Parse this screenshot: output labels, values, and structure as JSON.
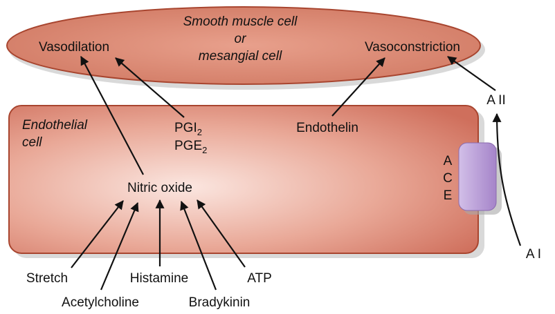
{
  "smooth_muscle": {
    "title_line1": "Smooth muscle cell",
    "title_line2": "or",
    "title_line3": "mesangial cell",
    "left_label": "Vasodilation",
    "right_label": "Vasoconstriction"
  },
  "endothelial": {
    "label_line1": "Endothelial",
    "label_line2": "cell",
    "pg_line1_base": "PGI",
    "pg_line1_sub": "2",
    "pg_line2_base": "PGE",
    "pg_line2_sub": "2",
    "endothelin": "Endothelin",
    "nitric_oxide": "Nitric oxide",
    "ace_letters": [
      "A",
      "C",
      "E"
    ]
  },
  "angiotensin": {
    "a2": "A II",
    "a1": "A I"
  },
  "stimuli": {
    "stretch": "Stretch",
    "acetylcholine": "Acetylcholine",
    "histamine": "Histamine",
    "bradykinin": "Bradykinin",
    "atp": "ATP"
  },
  "colors": {
    "cell_fill": "#d9806a",
    "cell_stroke": "#a8452f",
    "ace_fill": "#b79ad6",
    "arrow": "#111111"
  }
}
